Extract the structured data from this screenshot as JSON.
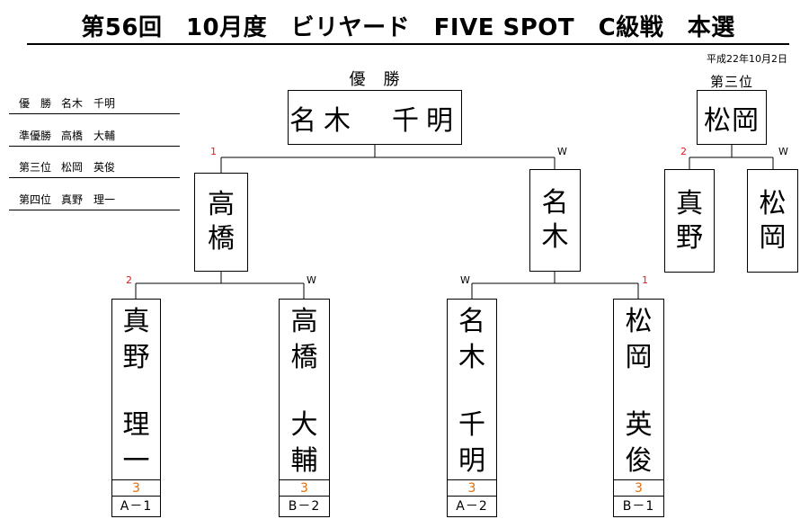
{
  "title": "第56回　10月度　ビリヤード　FIVE SPOT　C級戦　本選",
  "date": "平成22年10月2日",
  "results": [
    {
      "rank": "優　勝",
      "name": "名木　千明"
    },
    {
      "rank": "準優勝",
      "name": "高橋　大輔"
    },
    {
      "rank": "第三位",
      "name": "松岡　英俊"
    },
    {
      "rank": "第四位",
      "name": "真野　理一"
    }
  ],
  "champion": {
    "label": "優　勝",
    "name": "名木　千明"
  },
  "semifinal": {
    "left": {
      "chars": [
        "高",
        "橋"
      ],
      "mark": "1"
    },
    "right": {
      "chars": [
        "名",
        "木"
      ],
      "mark": "W"
    }
  },
  "third_place": {
    "label": "第三位",
    "winner": "松岡",
    "left": {
      "chars": [
        "真",
        "野"
      ],
      "mark": "2"
    },
    "right": {
      "chars": [
        "松",
        "岡"
      ],
      "mark": "W"
    }
  },
  "players": [
    {
      "top": [
        "真",
        "野"
      ],
      "bottom": [
        "理",
        "一"
      ],
      "score": "3",
      "block": "A－1",
      "mark": "2"
    },
    {
      "top": [
        "高",
        "橋"
      ],
      "bottom": [
        "大",
        "輔"
      ],
      "score": "3",
      "block": "B－2",
      "mark": "W"
    },
    {
      "top": [
        "名",
        "木"
      ],
      "bottom": [
        "千",
        "明"
      ],
      "score": "3",
      "block": "A－2",
      "mark": "W"
    },
    {
      "top": [
        "松",
        "岡"
      ],
      "bottom": [
        "英",
        "俊"
      ],
      "score": "3",
      "block": "B－1",
      "mark": "1"
    }
  ]
}
